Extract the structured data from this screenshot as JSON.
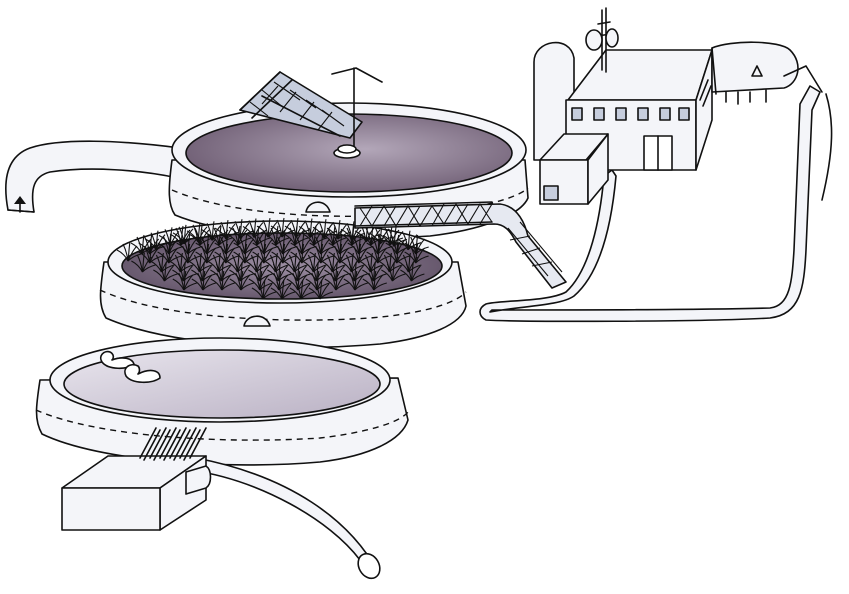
{
  "diagram": {
    "kind": "wastewater treatment process illustration",
    "stages": [
      {
        "name": "settling-basin",
        "icon": "clarifier-bridge-icon"
      },
      {
        "name": "reed-bed",
        "icon": "reed-plant-icon"
      },
      {
        "name": "polishing-pond",
        "icon": "duck-icon"
      }
    ],
    "colors": {
      "stroke": "#111111",
      "fill": "#f4f5f9",
      "water_dark": "#6e5d73",
      "water_mid": "#b3a7b9",
      "water_light": "#dcd8e4",
      "reed": "#111111"
    }
  }
}
